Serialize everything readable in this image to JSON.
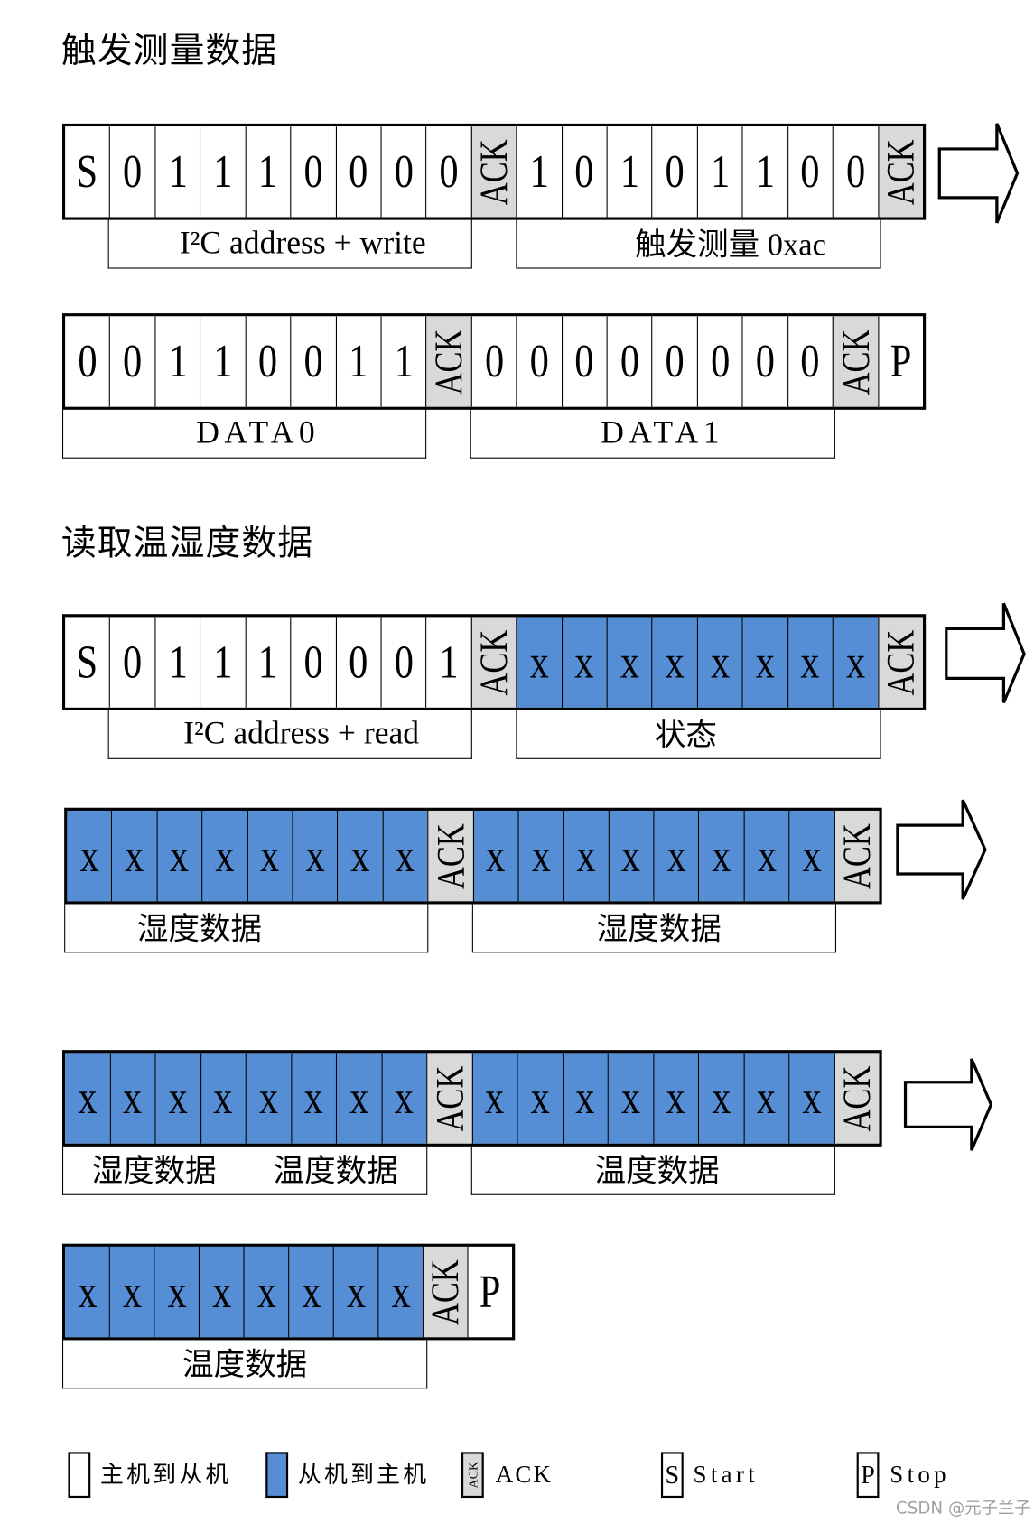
{
  "colors": {
    "master_to_slave": "#ffffff",
    "slave_to_master": "#558ed5",
    "ack": "#d9d9d9",
    "border": "#000000"
  },
  "sections": [
    {
      "title": "触发测量数据",
      "rows": [
        {
          "cells": [
            {
              "v": "S",
              "fill": "#ffffff"
            },
            {
              "v": "0",
              "fill": "#ffffff"
            },
            {
              "v": "1",
              "fill": "#ffffff"
            },
            {
              "v": "1",
              "fill": "#ffffff"
            },
            {
              "v": "1",
              "fill": "#ffffff"
            },
            {
              "v": "0",
              "fill": "#ffffff"
            },
            {
              "v": "0",
              "fill": "#ffffff"
            },
            {
              "v": "0",
              "fill": "#ffffff"
            },
            {
              "v": "0",
              "fill": "#ffffff"
            },
            {
              "v": "ACK",
              "fill": "#d9d9d9"
            },
            {
              "v": "1",
              "fill": "#ffffff"
            },
            {
              "v": "0",
              "fill": "#ffffff"
            },
            {
              "v": "1",
              "fill": "#ffffff"
            },
            {
              "v": "0",
              "fill": "#ffffff"
            },
            {
              "v": "1",
              "fill": "#ffffff"
            },
            {
              "v": "1",
              "fill": "#ffffff"
            },
            {
              "v": "0",
              "fill": "#ffffff"
            },
            {
              "v": "0",
              "fill": "#ffffff"
            },
            {
              "v": "ACK",
              "fill": "#d9d9d9"
            }
          ],
          "labels": [
            {
              "texts": [
                "I²C address + write"
              ]
            },
            {
              "texts": [
                "触发测量 0xac"
              ]
            }
          ]
        },
        {
          "cells": [
            {
              "v": "0",
              "fill": "#ffffff"
            },
            {
              "v": "0",
              "fill": "#ffffff"
            },
            {
              "v": "1",
              "fill": "#ffffff"
            },
            {
              "v": "1",
              "fill": "#ffffff"
            },
            {
              "v": "0",
              "fill": "#ffffff"
            },
            {
              "v": "0",
              "fill": "#ffffff"
            },
            {
              "v": "1",
              "fill": "#ffffff"
            },
            {
              "v": "1",
              "fill": "#ffffff"
            },
            {
              "v": "ACK",
              "fill": "#d9d9d9"
            },
            {
              "v": "0",
              "fill": "#ffffff"
            },
            {
              "v": "0",
              "fill": "#ffffff"
            },
            {
              "v": "0",
              "fill": "#ffffff"
            },
            {
              "v": "0",
              "fill": "#ffffff"
            },
            {
              "v": "0",
              "fill": "#ffffff"
            },
            {
              "v": "0",
              "fill": "#ffffff"
            },
            {
              "v": "0",
              "fill": "#ffffff"
            },
            {
              "v": "0",
              "fill": "#ffffff"
            },
            {
              "v": "ACK",
              "fill": "#d9d9d9"
            },
            {
              "v": "P",
              "fill": "#ffffff"
            }
          ],
          "labels": [
            {
              "texts": [
                "DATA0"
              ]
            },
            {
              "texts": [
                "DATA1"
              ]
            }
          ]
        }
      ]
    },
    {
      "title": "读取温湿度数据",
      "rows": [
        {
          "cells": [
            {
              "v": "S",
              "fill": "#ffffff"
            },
            {
              "v": "0",
              "fill": "#ffffff"
            },
            {
              "v": "1",
              "fill": "#ffffff"
            },
            {
              "v": "1",
              "fill": "#ffffff"
            },
            {
              "v": "1",
              "fill": "#ffffff"
            },
            {
              "v": "0",
              "fill": "#ffffff"
            },
            {
              "v": "0",
              "fill": "#ffffff"
            },
            {
              "v": "0",
              "fill": "#ffffff"
            },
            {
              "v": "1",
              "fill": "#ffffff"
            },
            {
              "v": "ACK",
              "fill": "#d9d9d9"
            },
            {
              "v": "x",
              "fill": "#558ed5"
            },
            {
              "v": "x",
              "fill": "#558ed5"
            },
            {
              "v": "x",
              "fill": "#558ed5"
            },
            {
              "v": "x",
              "fill": "#558ed5"
            },
            {
              "v": "x",
              "fill": "#558ed5"
            },
            {
              "v": "x",
              "fill": "#558ed5"
            },
            {
              "v": "x",
              "fill": "#558ed5"
            },
            {
              "v": "x",
              "fill": "#558ed5"
            },
            {
              "v": "ACK",
              "fill": "#d9d9d9"
            }
          ],
          "labels": [
            {
              "texts": [
                "I²C address + read"
              ]
            },
            {
              "texts": [
                "状态"
              ]
            }
          ]
        },
        {
          "cells": [
            {
              "v": "x",
              "fill": "#558ed5"
            },
            {
              "v": "x",
              "fill": "#558ed5"
            },
            {
              "v": "x",
              "fill": "#558ed5"
            },
            {
              "v": "x",
              "fill": "#558ed5"
            },
            {
              "v": "x",
              "fill": "#558ed5"
            },
            {
              "v": "x",
              "fill": "#558ed5"
            },
            {
              "v": "x",
              "fill": "#558ed5"
            },
            {
              "v": "x",
              "fill": "#558ed5"
            },
            {
              "v": "ACK",
              "fill": "#d9d9d9"
            },
            {
              "v": "x",
              "fill": "#558ed5"
            },
            {
              "v": "x",
              "fill": "#558ed5"
            },
            {
              "v": "x",
              "fill": "#558ed5"
            },
            {
              "v": "x",
              "fill": "#558ed5"
            },
            {
              "v": "x",
              "fill": "#558ed5"
            },
            {
              "v": "x",
              "fill": "#558ed5"
            },
            {
              "v": "x",
              "fill": "#558ed5"
            },
            {
              "v": "x",
              "fill": "#558ed5"
            },
            {
              "v": "ACK",
              "fill": "#d9d9d9"
            }
          ],
          "labels": [
            {
              "texts": [
                "湿度数据"
              ]
            },
            {
              "texts": [
                "湿度数据"
              ]
            }
          ]
        },
        {
          "cells": [
            {
              "v": "x",
              "fill": "#558ed5"
            },
            {
              "v": "x",
              "fill": "#558ed5"
            },
            {
              "v": "x",
              "fill": "#558ed5"
            },
            {
              "v": "x",
              "fill": "#558ed5"
            },
            {
              "v": "x",
              "fill": "#558ed5"
            },
            {
              "v": "x",
              "fill": "#558ed5"
            },
            {
              "v": "x",
              "fill": "#558ed5"
            },
            {
              "v": "x",
              "fill": "#558ed5"
            },
            {
              "v": "ACK",
              "fill": "#d9d9d9"
            },
            {
              "v": "x",
              "fill": "#558ed5"
            },
            {
              "v": "x",
              "fill": "#558ed5"
            },
            {
              "v": "x",
              "fill": "#558ed5"
            },
            {
              "v": "x",
              "fill": "#558ed5"
            },
            {
              "v": "x",
              "fill": "#558ed5"
            },
            {
              "v": "x",
              "fill": "#558ed5"
            },
            {
              "v": "x",
              "fill": "#558ed5"
            },
            {
              "v": "x",
              "fill": "#558ed5"
            },
            {
              "v": "ACK",
              "fill": "#d9d9d9"
            }
          ],
          "labels": [
            {
              "texts": [
                "湿度数据",
                "温度数据"
              ]
            },
            {
              "texts": [
                "温度数据"
              ]
            }
          ]
        },
        {
          "cells": [
            {
              "v": "x",
              "fill": "#558ed5"
            },
            {
              "v": "x",
              "fill": "#558ed5"
            },
            {
              "v": "x",
              "fill": "#558ed5"
            },
            {
              "v": "x",
              "fill": "#558ed5"
            },
            {
              "v": "x",
              "fill": "#558ed5"
            },
            {
              "v": "x",
              "fill": "#558ed5"
            },
            {
              "v": "x",
              "fill": "#558ed5"
            },
            {
              "v": "x",
              "fill": "#558ed5"
            },
            {
              "v": "ACK",
              "fill": "#d9d9d9"
            },
            {
              "v": "P",
              "fill": "#ffffff"
            }
          ],
          "labels": [
            {
              "texts": [
                "温度数据"
              ]
            }
          ]
        }
      ]
    }
  ],
  "legend": [
    {
      "fill": "#ffffff",
      "label": "主机到从机"
    },
    {
      "fill": "#558ed5",
      "label": "从机到主机"
    },
    {
      "fill": "#d9d9d9",
      "swatch_text": "ACK",
      "label": "ACK"
    },
    {
      "fill": "#ffffff",
      "swatch_text": "S",
      "label": "Start"
    },
    {
      "fill": "#ffffff",
      "swatch_text": "P",
      "label": "Stop"
    }
  ],
  "watermark": "CSDN @元子兰子"
}
